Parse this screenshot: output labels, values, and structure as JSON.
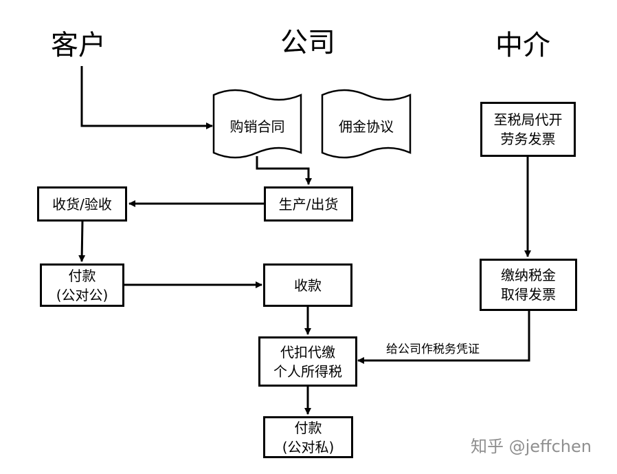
{
  "headers": {
    "customer": "客户",
    "company": "公司",
    "agent": "中介"
  },
  "documents": {
    "sales_contract": "购销合同",
    "commission_agreement": "佣金协议"
  },
  "boxes": {
    "tax_office_invoice": "至税局代开\n劳务发票",
    "production_shipping": "生产/出货",
    "receive_inspect": "收货/验收",
    "payment_corporate": "付款\n(公对公)",
    "collect_payment": "收款",
    "pay_tax_invoice": "缴纳税金\n取得发票",
    "withhold_tax": "代扣代缴\n个人所得税",
    "payment_private": "付款\n(公对私)"
  },
  "edge_labels": {
    "tax_voucher": "给公司作税务凭证"
  },
  "watermark": {
    "text": "知乎 @jeffchen"
  }
}
